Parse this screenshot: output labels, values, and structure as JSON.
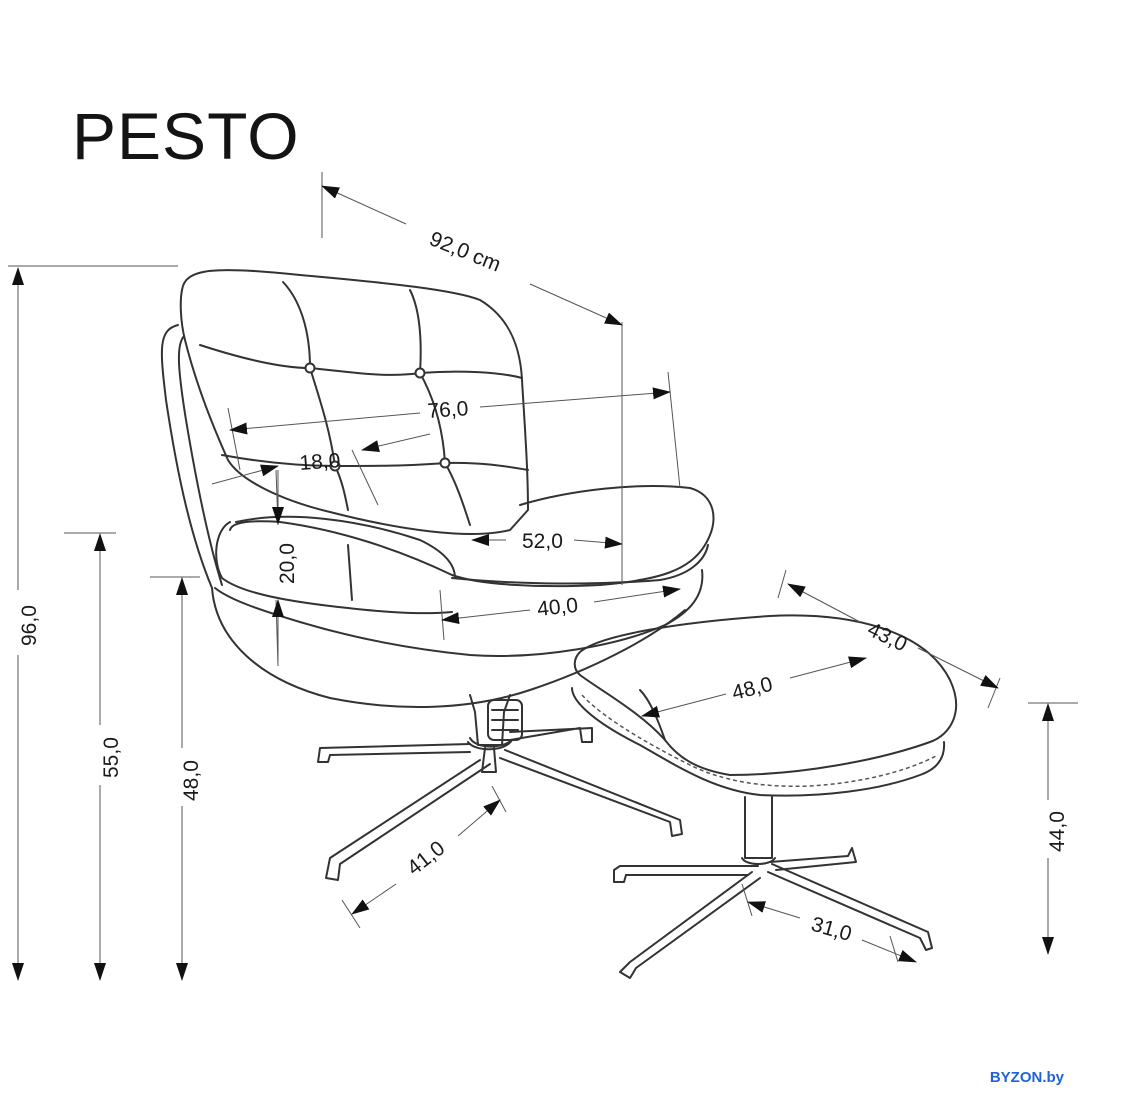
{
  "product": {
    "name": "PESTO"
  },
  "watermark": "BYZON.by",
  "dimensions": {
    "total_depth": "92,0 cm",
    "seat_width": "76,0",
    "armrest_offset": "18,0",
    "armrest_height": "20,0",
    "seat_depth_top": "52,0",
    "seat_depth": "40,0",
    "total_height": "96,0",
    "armrest_floor_height": "55,0",
    "seat_height": "48,0",
    "base_radius": "41,0",
    "footrest_depth": "43,0",
    "footrest_width": "48,0",
    "footrest_height": "44,0",
    "footrest_base": "31,0"
  }
}
